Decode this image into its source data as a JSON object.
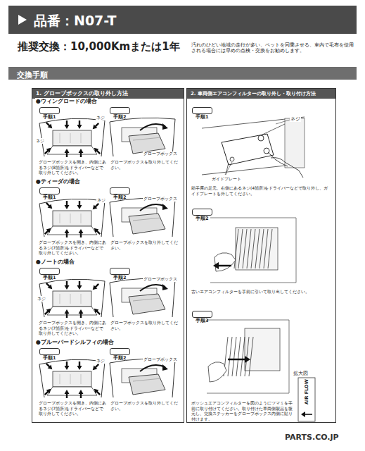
{
  "diagram": {
    "title": "品番：N07-T",
    "nodes": [
      {
        "text": [
          "交換手順"
        ]
      },
      {
        "text": [
          "1. グローブボックスの取り外し方法"
        ]
      },
      {
        "text": [
          "手順1"
        ],
        "in": 1
      },
      {
        "text": [
          "手順2"
        ],
        "in": 1
      },
      {
        "text": [
          "手順1"
        ],
        "in": 1
      },
      {
        "text": [
          "手順2"
        ],
        "in": 1
      },
      {
        "text": [
          "手順1"
        ],
        "in": 1
      },
      {
        "text": [
          "手順2"
        ],
        "in": 1
      },
      {
        "text": [
          "手順1"
        ],
        "in": 1
      },
      {
        "text": [
          "手順2"
        ],
        "in": 1
      },
      {
        "text": [
          "2. 車両側エアコンフィルターの取り外し・取り付け方法"
        ]
      },
      {
        "text": [
          "手順1"
        ],
        "in": 10
      },
      {
        "text": [
          "手順2"
        ],
        "in": 10
      },
      {
        "text": [
          "手順3"
        ],
        "in": 10
      }
    ],
    "labels": [
      "推奨交換：10,000Kmまたは1年",
      "汚れのひどい地域の走行が多い、ペットを同乗させる、車内で毛布を使用される場合には早めの点検・交換をお勧めします。",
      "●ウィングロードの場合",
      "ネジ",
      "ネジ",
      "グローブボックス",
      "グローブボックスを開き、内側にあるネジ(8箇所)をドライバーなどで取り外してください。",
      "グローブボックスを取り外してください。",
      "●ティーダの場合",
      "ネジ",
      "グローブボックス",
      "グローブボックスを開き、内側にあるネジ(7箇所)をドライバーなどで取り外してください。",
      "グローブボックスを取り外してください。",
      "●ノートの場合",
      "ネジ",
      "グローブボックス",
      "グローブボックスを開き、内側にあるネジ(7箇所)をドライバーなどで取り外してください。",
      "グローブボックスを取り外してください。",
      "●ブルーバードシルフィの場合",
      "ネジ",
      "グローブボックス",
      "グローブボックスを開き、内側にあるネジ(7箇所)をドライバーなどで取り外してください。",
      "グローブボックスを取り外してください。",
      "ネジ",
      "ガイドプレート",
      "助手席の足元、右側にあるネジ(4箇所)をドライバーなどで取り外し、ガイドプレートを外してください。",
      "古いエアコンフィルターを手前に引いて取り出してください。",
      "拡大図",
      "AIR FLOW",
      "ボッシュエアコンフィルターを図のようにツマミを手前に取り付けてください。取り付けた車両側製品を復元し、交換ステッカーをグローブボックス内側に貼り付けます。",
      "PARTS.CO.JP"
    ]
  }
}
